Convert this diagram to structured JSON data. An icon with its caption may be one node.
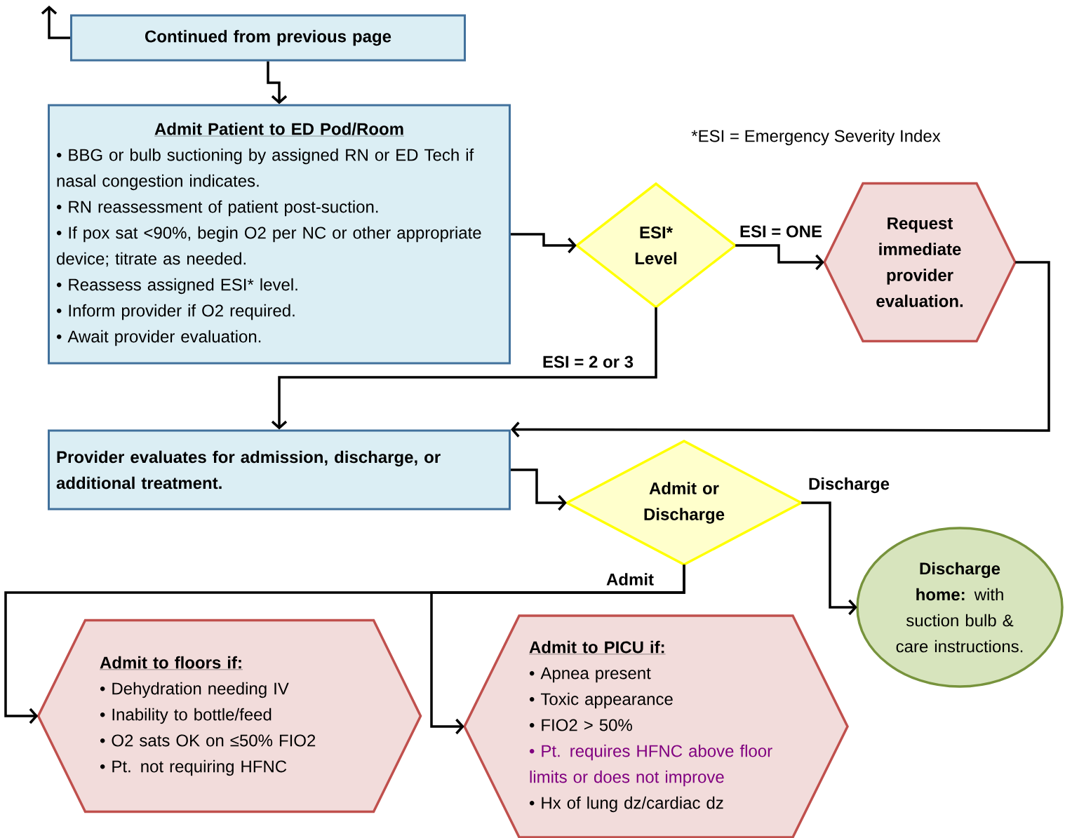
{
  "diagram": {
    "nodes": [
      {
        "text": [
          "Continued from previous page"
        ]
      },
      {
        "text": [
          "Admit Patient to ED Pod/Room",
          "• BBG or bulb suctioning by assigned RN or ED Tech if nasal congestion indicates.",
          "• RN reassessment of patient post-suction.",
          "• If pox sat <90%, begin O2 per NC or other appropriate device; titrate as needed.",
          "• Reassess assigned ESI* level.",
          "• Inform provider if O2 required.",
          "• Await provider evaluation."
        ]
      },
      {
        "text": [
          "ESI* Level"
        ]
      },
      {
        "text": [
          "Request immediate provider evaluation."
        ]
      },
      {
        "text": [
          "Provider evaluates for admission, discharge, or additional treatment."
        ]
      },
      {
        "text": [
          "Admit or Discharge"
        ]
      },
      {
        "text": [
          "**Discharge home:** with suction bulb & care instructions."
        ]
      },
      {
        "text": [
          "Admit to floors if:",
          "• Dehydration needing IV",
          "• Inability to bottle/feed",
          "• O2 sats OK on ≤50% FIO2",
          "• Pt. not requiring HFNC"
        ]
      },
      {
        "text": [
          "Admit to PICU if:",
          "• Apnea present",
          "• Toxic appearance",
          "• FIO2 > 50%",
          "• Pt. requires HFNC above floor limits or does not improve",
          "• Hx of lung dz/cardiac dz"
        ]
      }
    ],
    "edges": [
      {
        "from": 0,
        "to": null,
        "arrow": "to"
      },
      {
        "from": 0,
        "to": 1,
        "arrow": "to"
      },
      {
        "from": 1,
        "to": 2,
        "arrow": "to"
      },
      {
        "from": 2,
        "to": 3,
        "arrow": "to",
        "label": "ESI = ONE"
      },
      {
        "from": 2,
        "to": 4,
        "arrow": "to",
        "label": "ESI = 2 or 3"
      },
      {
        "from": 3,
        "to": 4,
        "arrow": "to"
      },
      {
        "from": 4,
        "to": 5,
        "arrow": "to"
      },
      {
        "from": 5,
        "to": 6,
        "arrow": "to",
        "label": "Discharge"
      },
      {
        "from": 5,
        "to": 7,
        "arrow": "to",
        "label": "Admit"
      },
      {
        "from": 5,
        "to": 8,
        "arrow": "to"
      }
    ],
    "labels": [
      "*ESI = Emergency Severity Index"
    ]
  }
}
